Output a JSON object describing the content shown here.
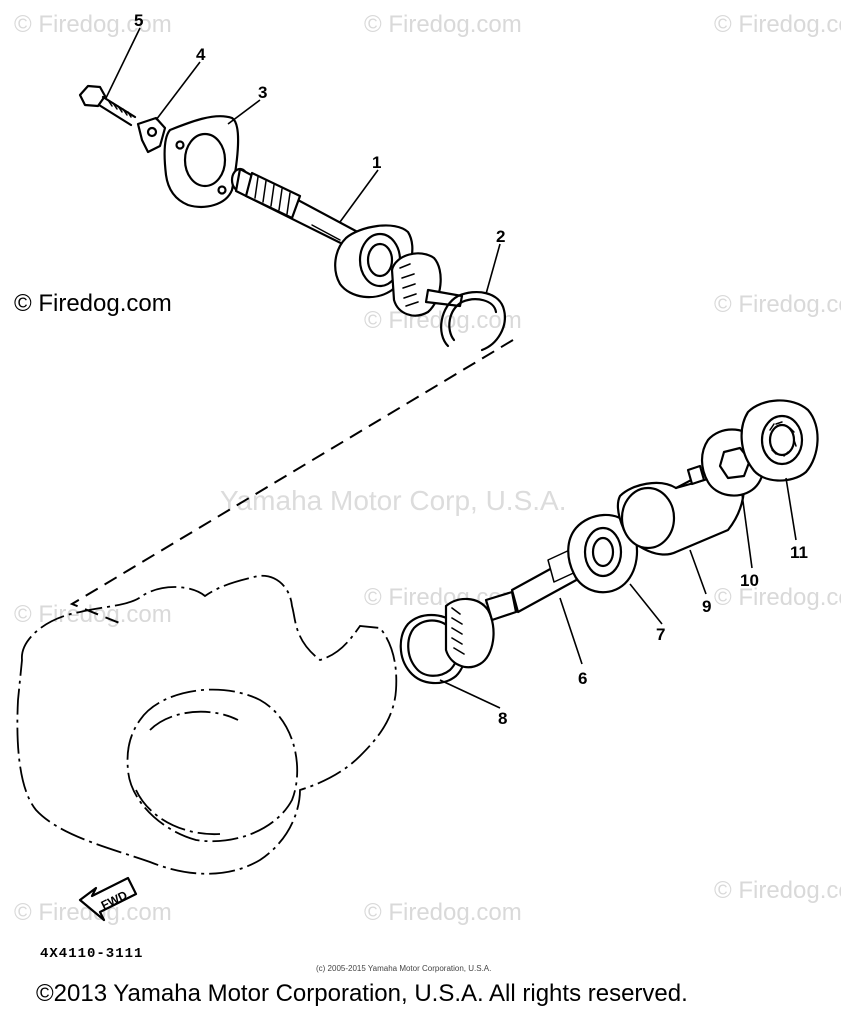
{
  "watermark": {
    "site": "© Firedog.com",
    "center": "Yamaha Motor Corp, U.S.A."
  },
  "diagram": {
    "fwd_label": "FWD",
    "part_code": "4X4110-3111",
    "callouts": [
      "1",
      "2",
      "3",
      "4",
      "5",
      "6",
      "7",
      "8",
      "9",
      "10",
      "11"
    ]
  },
  "footer": {
    "small_copyright": "(c) 2005-2015 Yamaha Motor Corporation, U.S.A.",
    "copyright": "©2013 Yamaha Motor Corporation, U.S.A. All rights reserved."
  }
}
